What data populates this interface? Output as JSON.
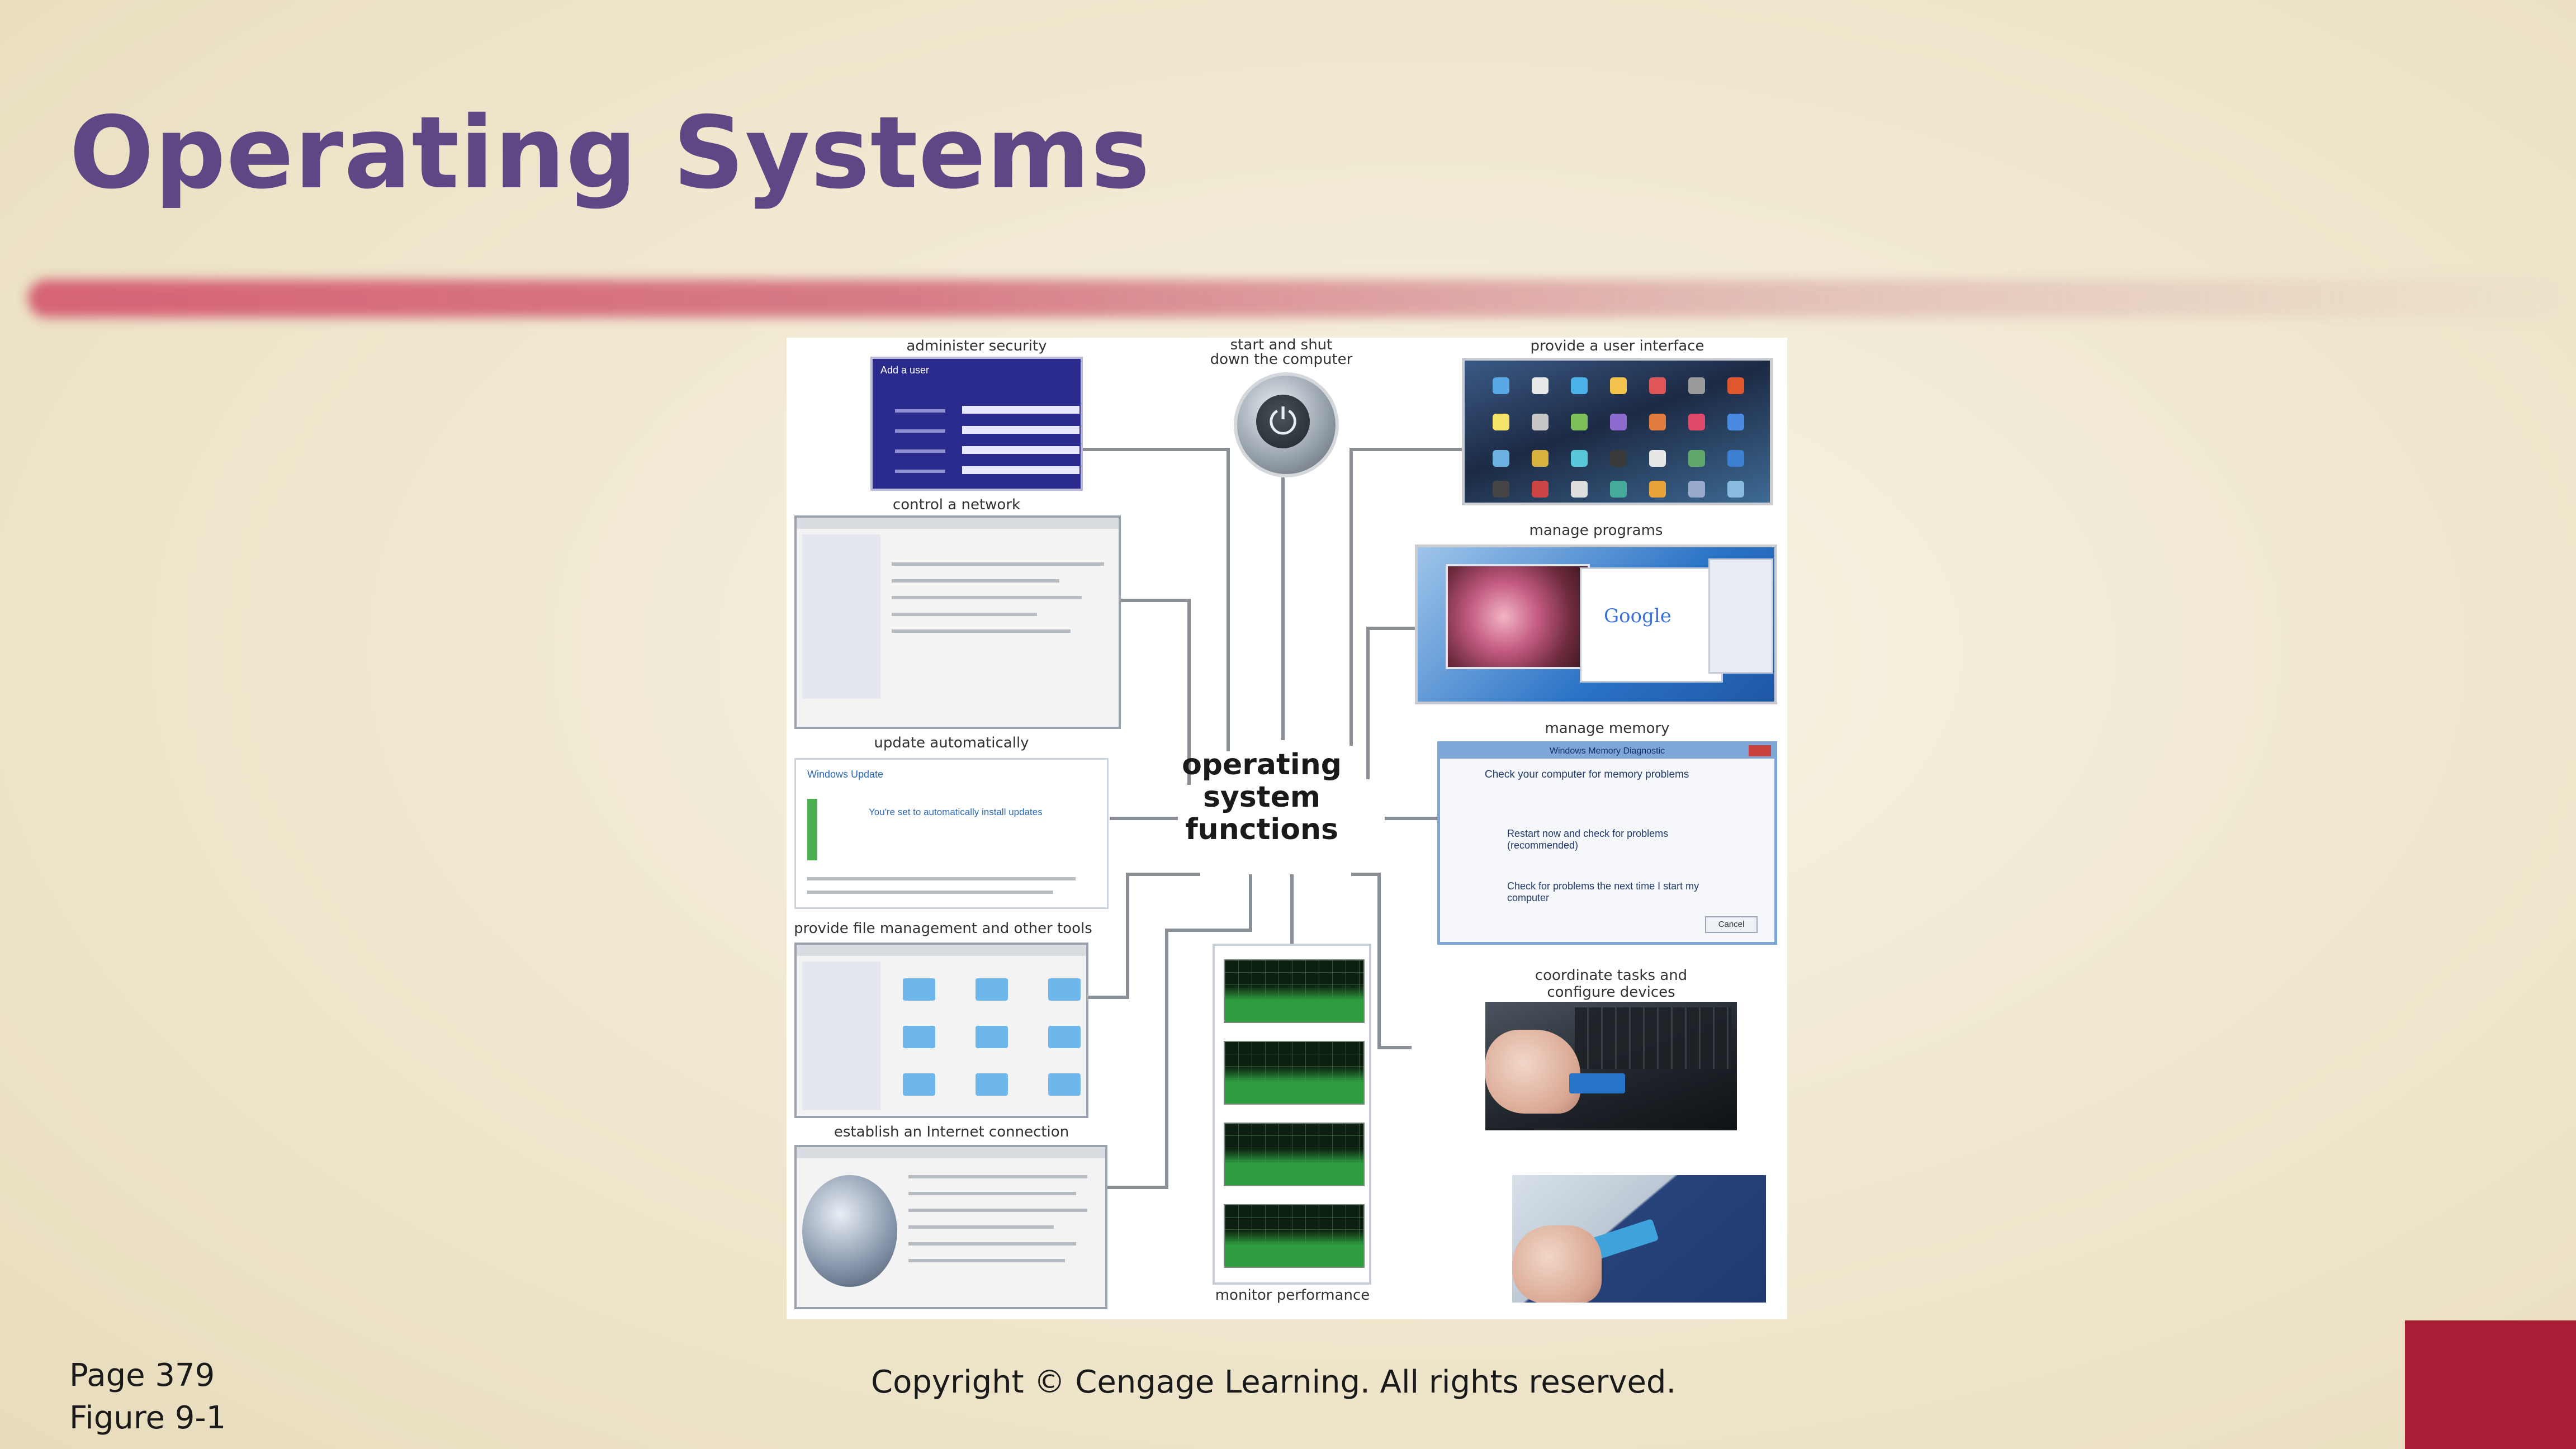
{
  "slide": {
    "title": "Operating Systems",
    "page_label": "Page 379",
    "figure_label": "Figure 9-1",
    "copyright": "Copyright © Cengage Learning. All rights reserved.",
    "colors": {
      "title": "#5e4784",
      "accent_bar": "#d45c70",
      "corner_block": "#a81e35"
    }
  },
  "figure": {
    "center_label": "operating\nsystem\nfunctions",
    "captions": {
      "administer_security": "administer security",
      "start_shutdown": "start and shut\ndown the computer",
      "user_interface": "provide a user interface",
      "control_network": "control a network",
      "manage_programs": "manage programs",
      "manage_memory": "manage memory",
      "update_automatically": "update automatically",
      "file_management": "provide file management and other tools",
      "coordinate_devices": "coordinate tasks and\nconfigure devices",
      "internet_connection": "establish an Internet connection",
      "monitor_performance": "monitor performance"
    },
    "security_dialog": {
      "title": "Add a user"
    },
    "memory_dialog": {
      "title": "Windows Memory Diagnostic",
      "heading": "Check your computer for memory problems",
      "option1": "Restart now and check for problems (recommended)",
      "option2": "Check for problems the next time I start my computer",
      "cancel": "Cancel"
    },
    "update_dialog": {
      "title": "Windows Update",
      "message": "You're set to automatically install updates"
    },
    "browser": {
      "logo_text": "Google"
    },
    "icons": {
      "power": "power-icon",
      "globe": "network-globe-icon",
      "folder": "folder-icon"
    }
  }
}
